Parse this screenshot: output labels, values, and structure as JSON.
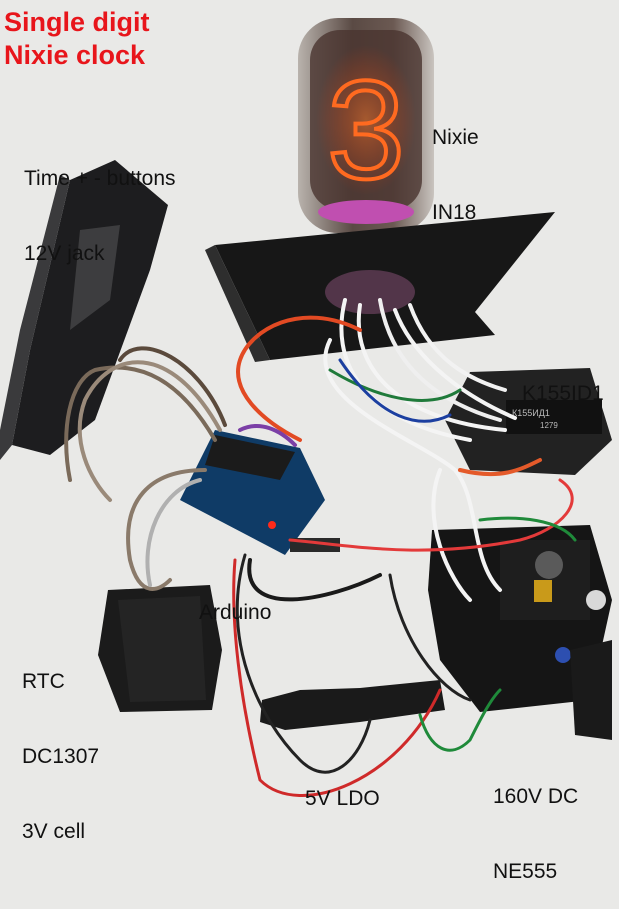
{
  "title": {
    "line1": "Single digit",
    "line2": "Nixie clock"
  },
  "labels": {
    "nixie_1": "Nixie",
    "nixie_2": "IN18",
    "buttons_1": "Time + - buttons",
    "buttons_2": "12V jack",
    "driver": "K155ID1",
    "arduino": "Arduino",
    "rtc_1": "RTC",
    "rtc_2": "DC1307",
    "rtc_3": "3V cell",
    "ldo": "5V LDO",
    "psu_1": "160V DC",
    "psu_2": "NE555"
  },
  "tube_digit": "3",
  "chip_marking_1": "К155ИД1",
  "chip_marking_2": "1279",
  "colors": {
    "title": "#e8151b",
    "label": "#111111",
    "background": "#e9e9e7",
    "nixie_glow": "#ff5a1e"
  }
}
